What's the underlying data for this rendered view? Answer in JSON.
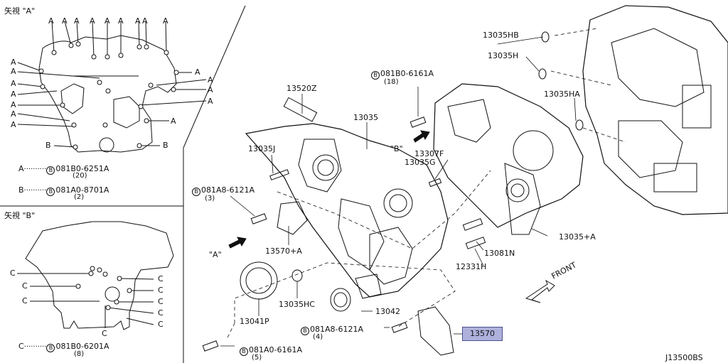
{
  "view_a": {
    "title": "矢視 \"A\"",
    "letters": {
      "a": "A",
      "b": "B"
    },
    "legend": [
      {
        "key": "A",
        "dots": "··········",
        "part": "081B0-6251A",
        "qty": "(20)"
      },
      {
        "key": "B",
        "dots": "··········",
        "part": "081A0-8701A",
        "qty": "(2)"
      }
    ]
  },
  "view_b": {
    "title": "矢視 \"B\"",
    "letter": "C",
    "legend": [
      {
        "key": "C",
        "dots": "··········",
        "part": "081B0-6201A",
        "qty": "(8)"
      }
    ]
  },
  "bolt_symbol": "B",
  "callouts": {
    "p13520Z": "13520Z",
    "p13035": "13035",
    "p13035J": "13035J",
    "p081A8_6121A_top": "081A8-6121A",
    "q_top3": "(3)",
    "p081B0_6161A": "081B0-6161A",
    "q18": "(18)",
    "p13035HB": "13035HB",
    "p13035H": "13035H",
    "p13035HA": "13035HA",
    "p13307F": "13307F",
    "p13035G": "13035G",
    "view_b_arrow": "\"B\"",
    "view_a_arrow": "\"A\"",
    "p13570A": "13570+A",
    "p13035A": "13035+A",
    "p13081N": "13081N",
    "p12331H": "12331H",
    "p13041P": "13041P",
    "p13035HC": "13035HC",
    "p13042": "13042",
    "p081A8_6121A_bot": "081A8-6121A",
    "q4": "(4)",
    "p081A0_6161A": "081A0-6161A",
    "q5": "(5)",
    "p13570": "13570",
    "front": "FRONT",
    "diagram_id": "J13500BS"
  },
  "colors": {
    "highlight": "#aeb1dc",
    "highlight_border": "#4a4f8c",
    "line": "#111111"
  }
}
